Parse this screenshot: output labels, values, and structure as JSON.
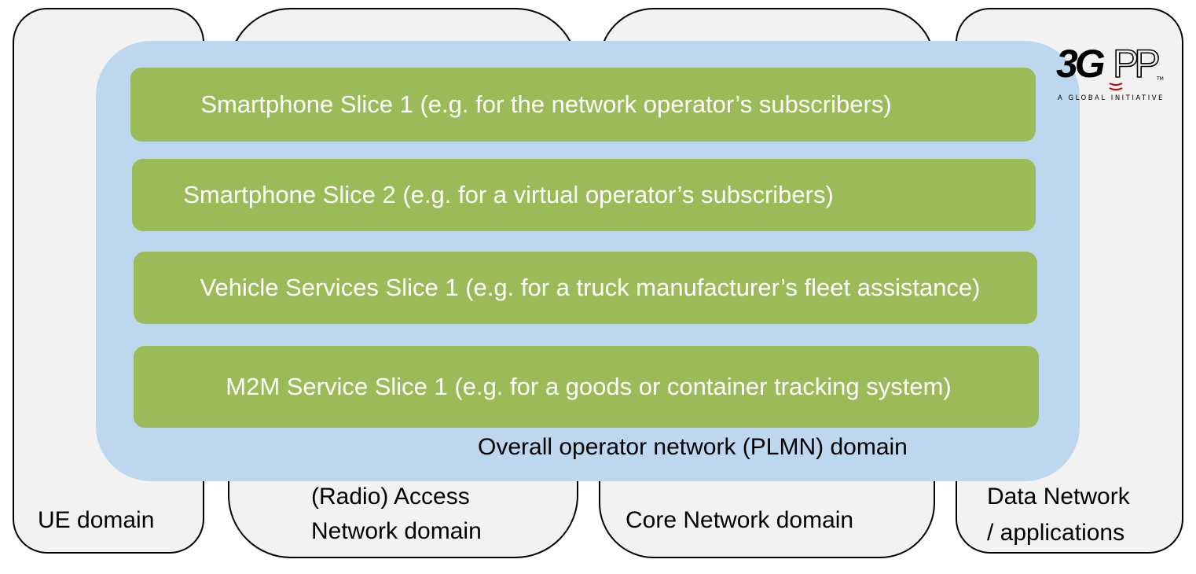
{
  "domains": {
    "ue": "UE domain",
    "ran_line1": "(Radio) Access",
    "ran_line2": "Network domain",
    "core": "Core Network domain",
    "dn_line1": "Data Network",
    "dn_line2": "/ applications"
  },
  "plmn_label": "Overall operator network (PLMN) domain",
  "slices": [
    "Smartphone Slice 1 (e.g. for the network operator’s subscribers)",
    "Smartphone Slice 2 (e.g. for a virtual operator’s subscribers)",
    "Vehicle Services Slice 1 (e.g. for a truck manufacturer’s fleet assistance)",
    "M2M Service Slice 1 (e.g. for a goods or container tracking system)"
  ],
  "logo": {
    "name": "3GPP",
    "tagline": "A GLOBAL INITIATIVE"
  }
}
